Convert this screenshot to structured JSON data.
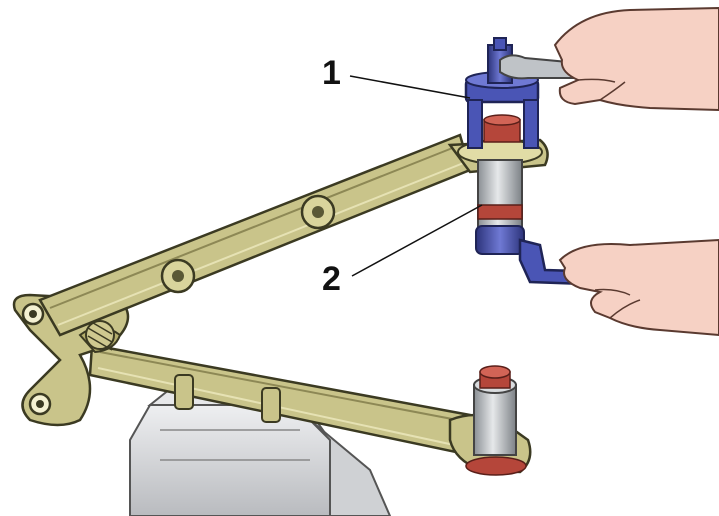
{
  "callouts": [
    {
      "label": "1",
      "part": "puller-tool"
    },
    {
      "label": "2",
      "part": "ball-joint-bushing"
    }
  ],
  "colors": {
    "linkage": "#c9c48a",
    "linkage_outline": "#3b3a22",
    "tool": "#4a55b5",
    "tool_dark": "#2c337a",
    "vise": "#d9dadd",
    "skin": "#f6d1c4",
    "bushing_red": "#b5463a",
    "steel": "#bfc3c7"
  }
}
